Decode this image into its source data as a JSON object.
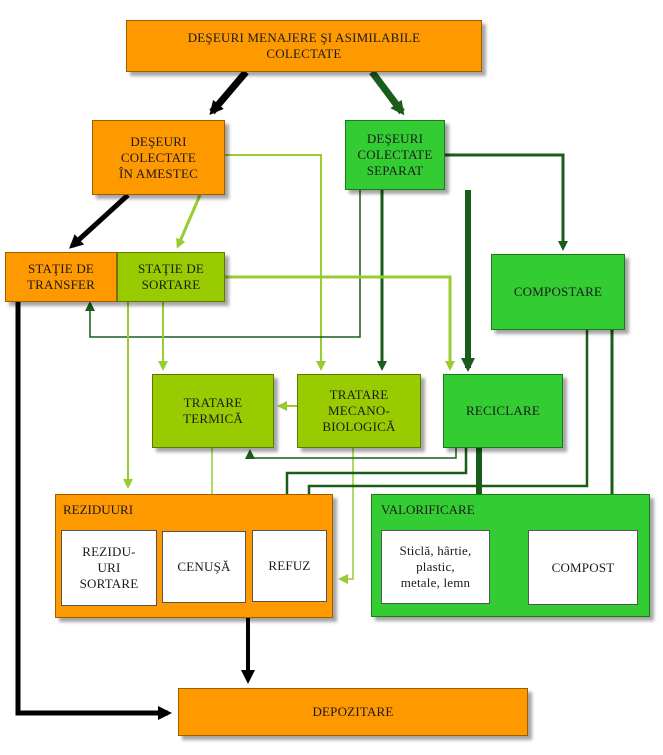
{
  "nodes": {
    "collected": "DEŞEURI MENAJERE ŞI ASIMILABILE\nCOLECTATE",
    "mixed": "DEŞEURI\nCOLECTATE\nÎN AMESTEC",
    "separate": "DEŞEURI\nCOLECTATE\nSEPARAT",
    "transfer_station": "STAŢIE DE\nTRANSFER",
    "sorting_station": "STAŢIE DE\nSORTARE",
    "composting": "COMPOSTARE",
    "thermal": "TRATARE\nTERMICĂ",
    "mbt": "TRATARE\nMECANO-\nBIOLOGICĂ",
    "recycling": "RECICLARE",
    "residues_group": "REZIDUURI",
    "sorting_residues": "REZIDU-\nURI\nSORTARE",
    "ash": "CENUŞĂ",
    "refuse": "REFUZ",
    "recovery_group": "VALORIFICARE",
    "materials": "Sticlă, hârtie,\nplastic,\nmetale, lemn",
    "compost": "COMPOST",
    "landfill": "DEPOZITARE"
  },
  "colors": {
    "orange": "#ff9900",
    "green": "#33cc33",
    "lime": "#99cc00",
    "black_arrow": "#000000",
    "dark_green_arrow": "#1a5c1a",
    "light_green_arrow": "#99cc33"
  }
}
